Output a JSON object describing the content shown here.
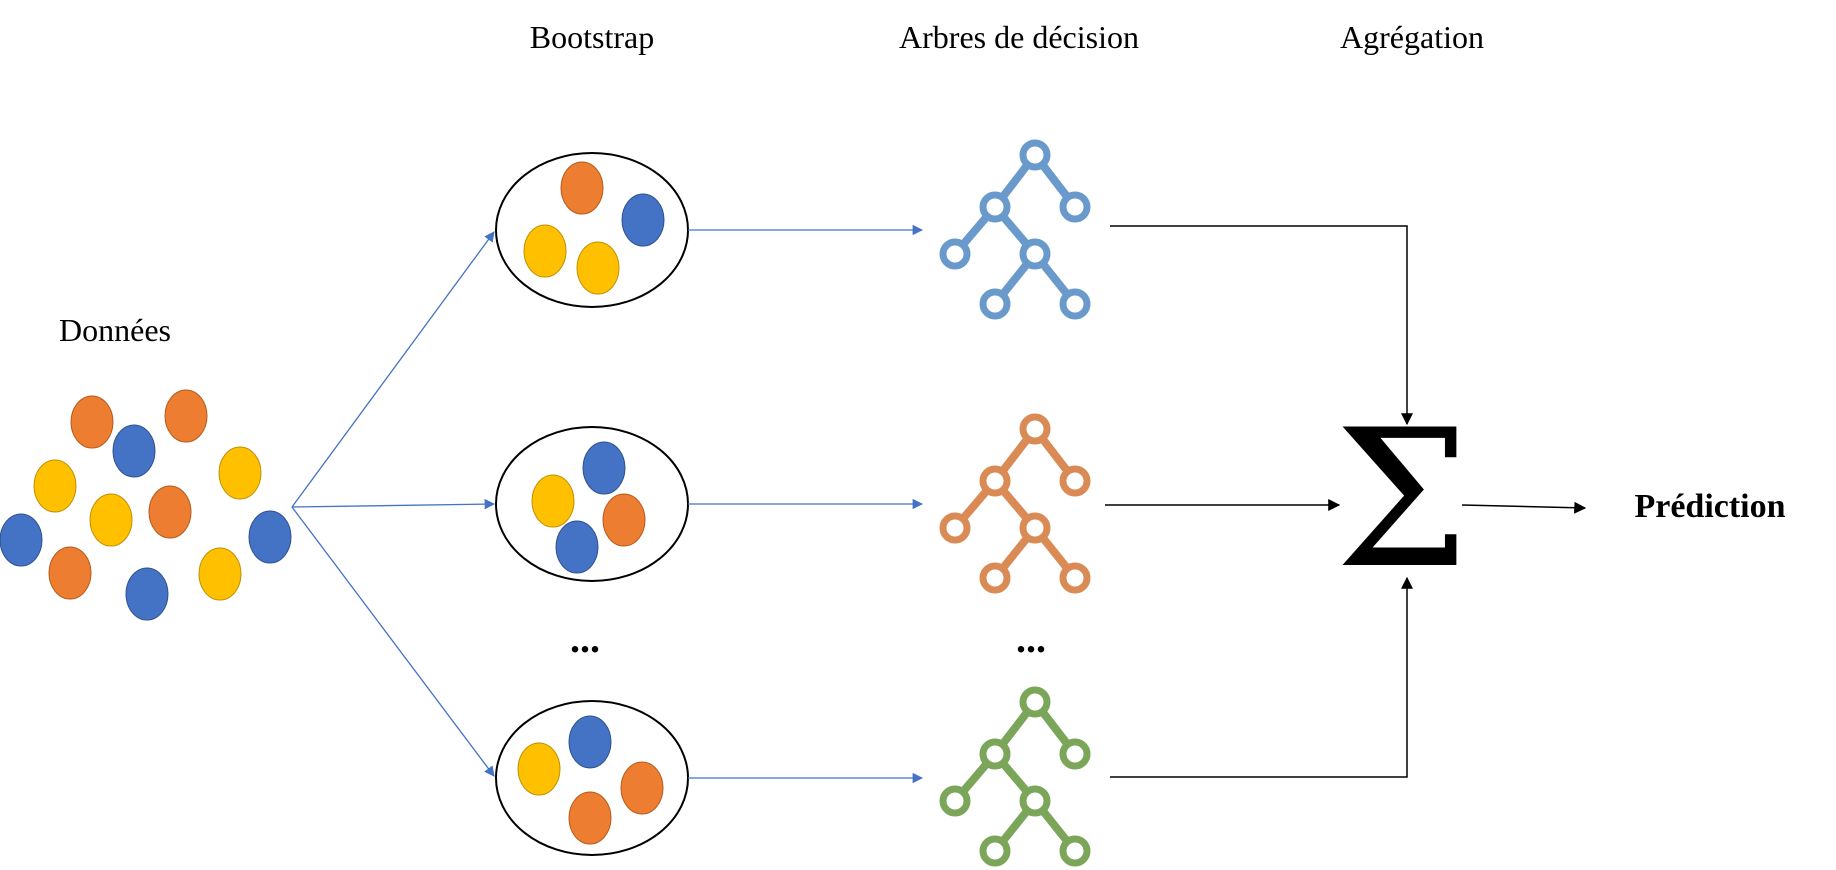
{
  "labels": {
    "bootstrap": "Bootstrap",
    "trees": "Arbres de décision",
    "aggregation": "Agrégation",
    "data": "Données",
    "prediction": "Prédiction",
    "ellipsis": "...",
    "sigma": "Σ"
  },
  "colors": {
    "orange": "#ED7D31",
    "blue": "#4472C4",
    "yellow": "#FFC000",
    "tree_blue": "#6A9ACB",
    "tree_orange": "#D98A55",
    "tree_green": "#7BA65A",
    "arrow_blue": "#4472C4",
    "arrow_black": "#000000"
  },
  "data_points": [
    {
      "color": "orange"
    },
    {
      "color": "orange"
    },
    {
      "color": "blue"
    },
    {
      "color": "yellow"
    },
    {
      "color": "yellow"
    },
    {
      "color": "yellow"
    },
    {
      "color": "orange"
    },
    {
      "color": "blue"
    },
    {
      "color": "blue"
    },
    {
      "color": "orange"
    },
    {
      "color": "yellow"
    },
    {
      "color": "blue"
    },
    {
      "color": "yellow"
    }
  ],
  "bootstrap_samples": [
    {
      "points": [
        "orange",
        "blue",
        "yellow",
        "yellow"
      ]
    },
    {
      "points": [
        "blue",
        "yellow",
        "orange",
        "blue"
      ]
    },
    {
      "points": [
        "blue",
        "yellow",
        "orange",
        "orange"
      ]
    }
  ],
  "trees": [
    {
      "color": "tree_blue"
    },
    {
      "color": "tree_orange"
    },
    {
      "color": "tree_green"
    }
  ]
}
